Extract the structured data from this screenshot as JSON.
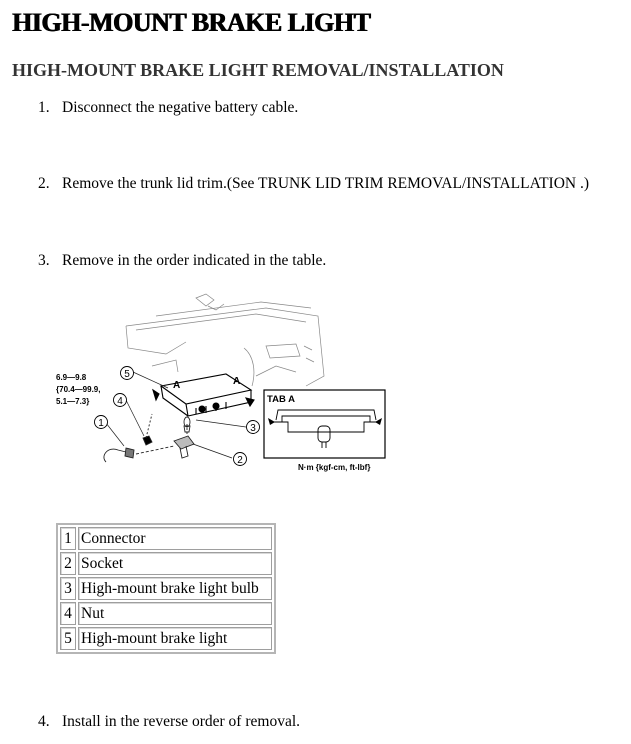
{
  "page": {
    "title": "HIGH-MOUNT BRAKE LIGHT",
    "subtitle": "HIGH-MOUNT BRAKE LIGHT REMOVAL/INSTALLATION"
  },
  "steps": [
    {
      "num": "1.",
      "text": "Disconnect the negative battery cable."
    },
    {
      "num": "2.",
      "text": "Remove the trunk lid trim.(See TRUNK LID TRIM REMOVAL/INSTALLATION .)"
    },
    {
      "num": "3.",
      "text": "Remove in the order indicated in the table."
    },
    {
      "num": "4.",
      "text": "Install in the reverse order of removal."
    }
  ],
  "figure": {
    "torque_line1": "6.9—9.8",
    "torque_line2": "{70.4—99.9,",
    "torque_line3": "5.1—7.3}",
    "tab_label": "TAB A",
    "part_letter": "A",
    "units": "N·m {kgf-cm, ft-lbf}",
    "callouts": [
      "1",
      "2",
      "3",
      "4",
      "5"
    ]
  },
  "parts_table": [
    {
      "num": "1",
      "name": "Connector"
    },
    {
      "num": "2",
      "name": "Socket"
    },
    {
      "num": "3",
      "name": "High-mount brake light bulb"
    },
    {
      "num": "4",
      "name": "Nut"
    },
    {
      "num": "5",
      "name": "High-mount brake light"
    }
  ]
}
